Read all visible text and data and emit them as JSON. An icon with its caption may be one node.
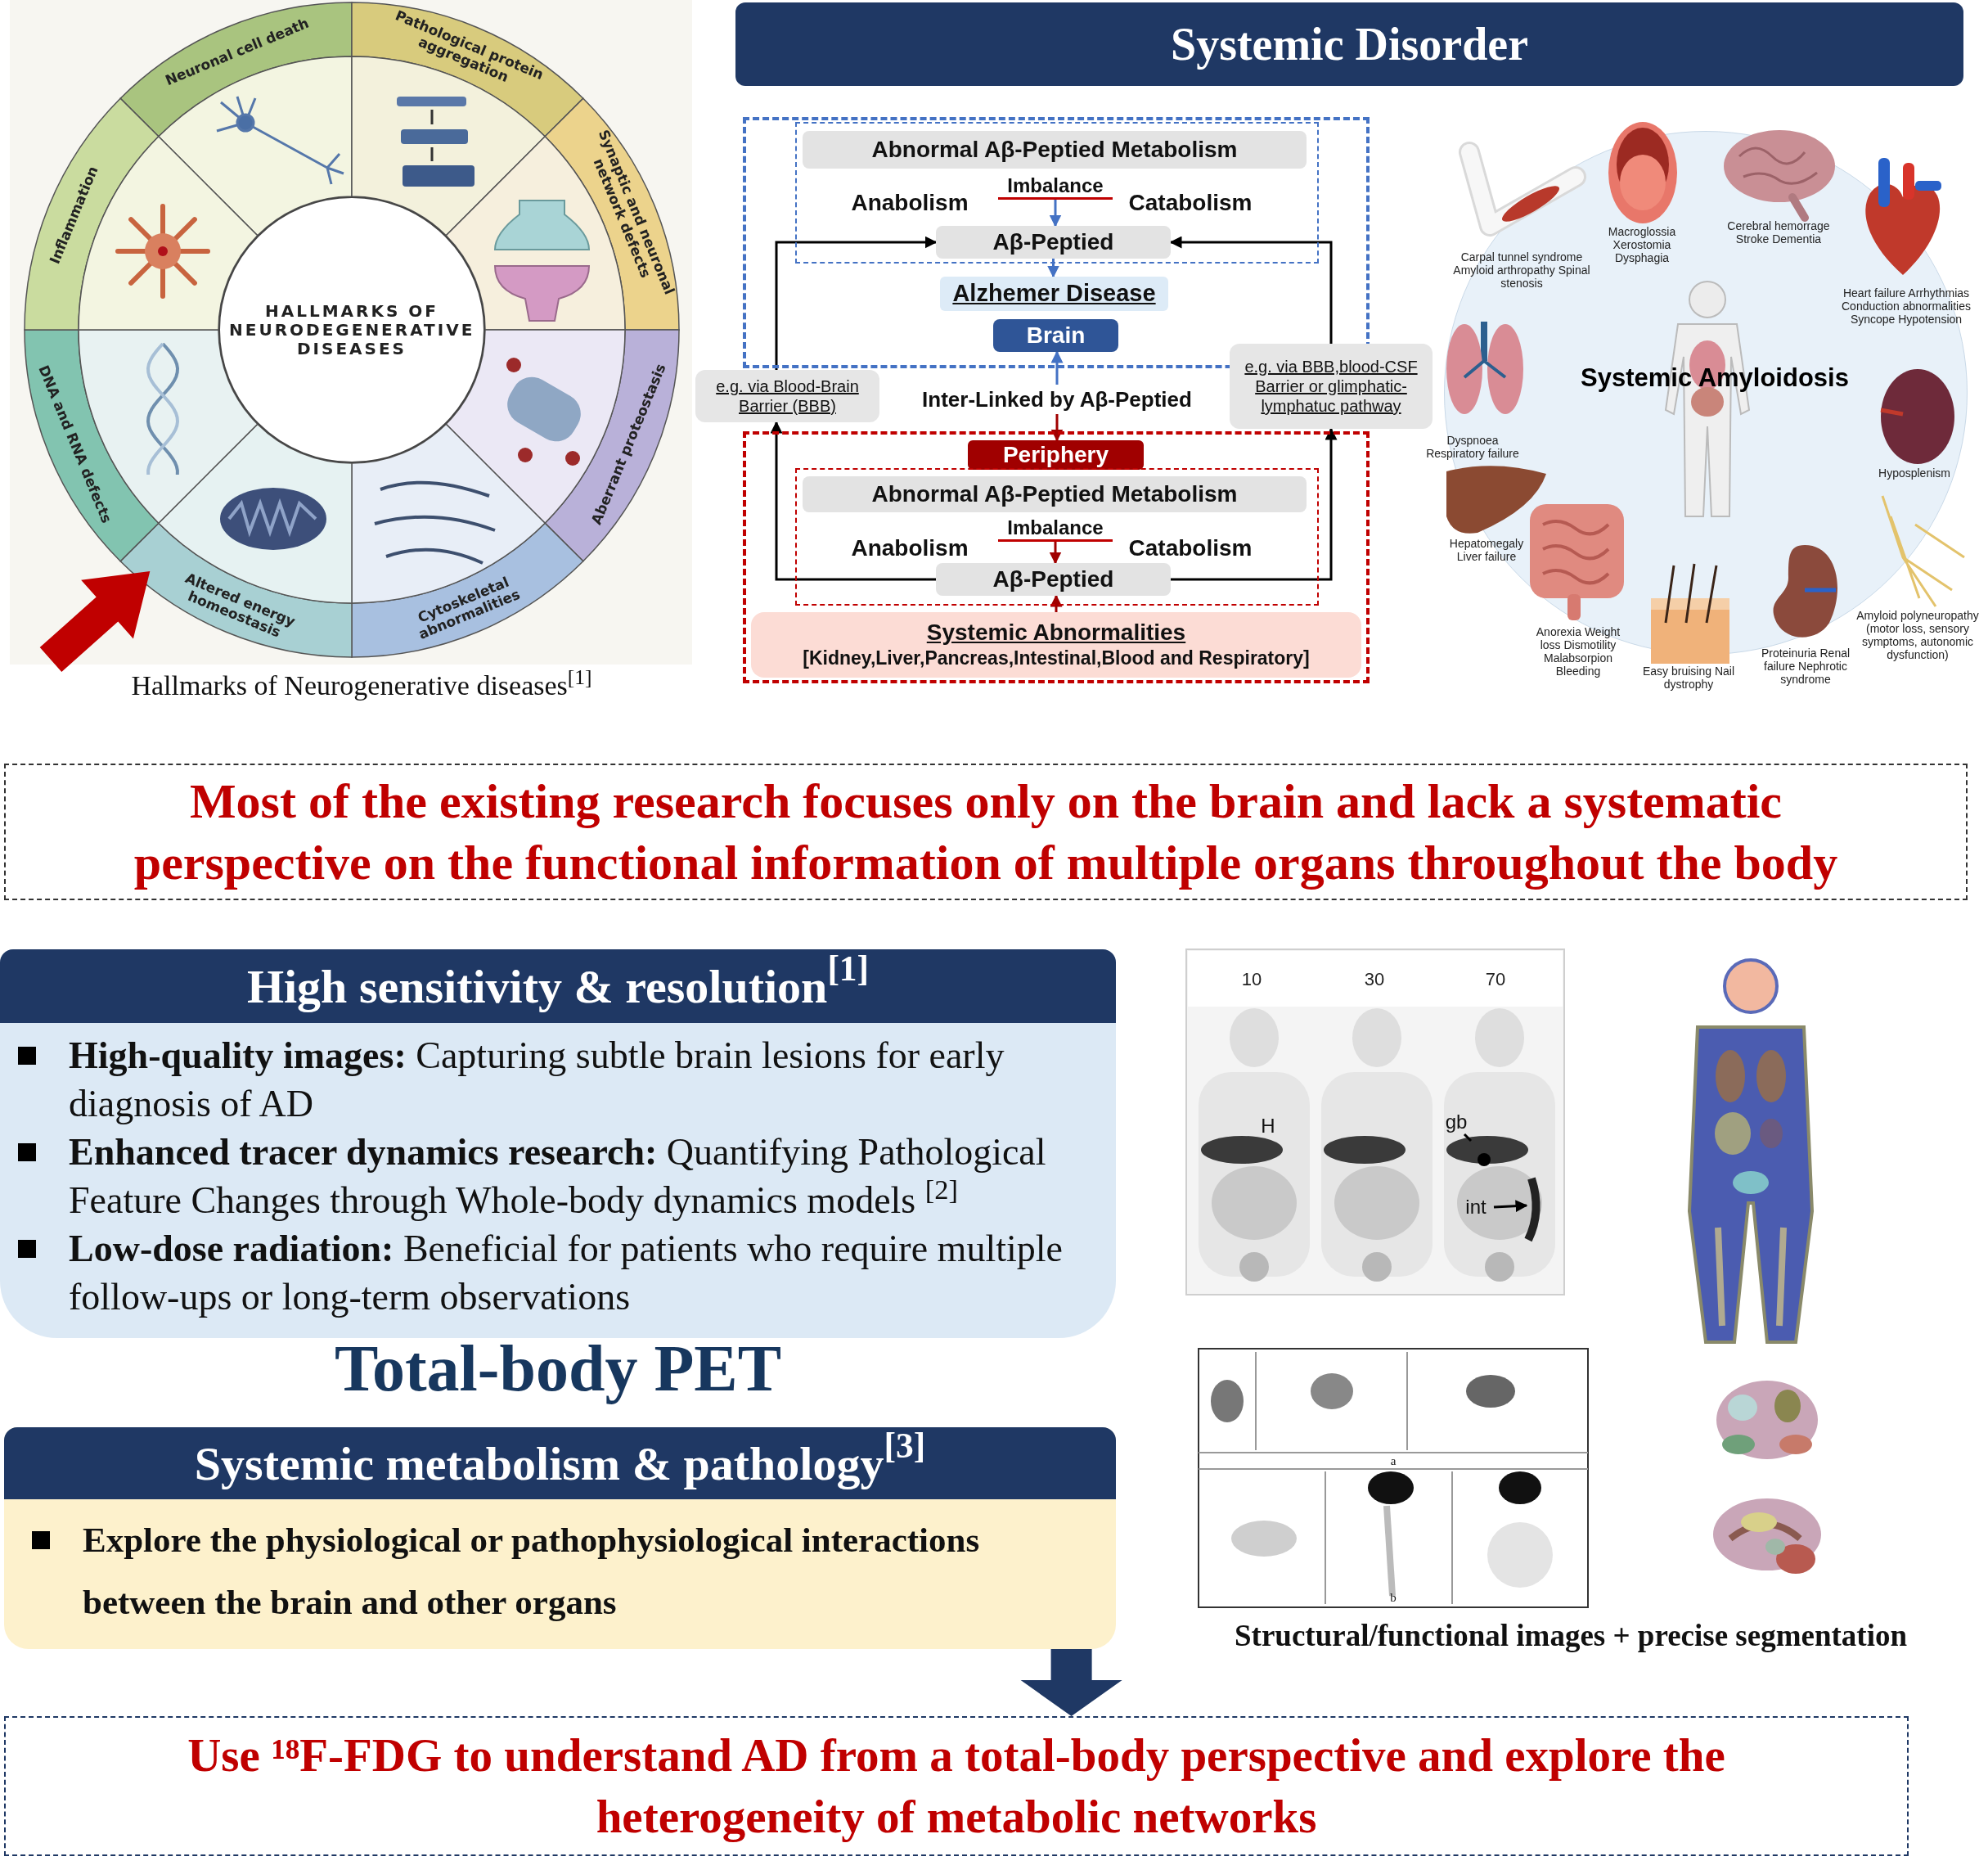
{
  "diagram": {
    "nodes": [
      {
        "text": [
          "HALLMARKS OF NEURODEGENERATIVE DISEASES"
        ]
      },
      {
        "text": [
          "Neuronal cell death"
        ]
      },
      {
        "text": [
          "Pathological protein aggregation"
        ]
      },
      {
        "text": [
          "Synaptic and neuronal network defects"
        ]
      },
      {
        "text": [
          "Aberrant proteostasis"
        ]
      },
      {
        "text": [
          "Cytoskeletal abnormalities"
        ]
      },
      {
        "text": [
          "Altered energy homeostasis"
        ]
      },
      {
        "text": [
          "DNA and RNA defects"
        ]
      },
      {
        "text": [
          "Inflammation"
        ]
      },
      {
        "text": [
          "Systemic Disorder"
        ]
      },
      {
        "text": [],
        "shape": "box"
      },
      {
        "text": [],
        "shape": "box",
        "in": 10
      },
      {
        "text": [
          "Abnormal Aβ-Peptied Metabolism"
        ],
        "in": 11
      },
      {
        "text": [
          "Imbalance"
        ],
        "in": 11
      },
      {
        "text": [
          "Aβ-Peptied"
        ],
        "in": 11
      },
      {
        "text": [
          "Alzhemer Disease"
        ],
        "in": 10
      },
      {
        "text": [
          "Brain"
        ],
        "in": 10
      },
      {
        "text": [
          "e.g. via Blood-Brain Barrier (BBB)"
        ]
      },
      {
        "text": [
          "Inter-Linked by Aβ-Peptied"
        ]
      },
      {
        "text": [
          "e.g. via BBB,blood-CSF Barrier or glimphatic-lymphatuc pathway"
        ]
      },
      {
        "text": [],
        "shape": "box"
      },
      {
        "text": [
          "Periphery"
        ],
        "in": 20
      },
      {
        "text": [],
        "shape": "box",
        "in": 20
      },
      {
        "text": [
          "Abnormal Aβ-Peptied Metabolism"
        ],
        "in": 22
      },
      {
        "text": [
          "Imbalance"
        ],
        "in": 22
      },
      {
        "text": [
          "Aβ-Peptied"
        ],
        "in": 22
      },
      {
        "text": [
          "Systemic Abnormalities",
          "[Kidney,Liver,Pancreas,Intestinal,Blood and Respiratory]"
        ],
        "in": 20
      },
      {
        "text": [
          "Systemic Amyloidosis"
        ]
      },
      {
        "text": [
          "Most of the existing research focuses only on the brain and lack a systematic perspective on the functional information of multiple organs throughout the body"
        ]
      },
      {
        "text": [
          "High sensitivity & resolution$^{[1]}$",
          "**High-quality images:** Capturing subtle brain lesions for early diagnosis of AD",
          "**Enhanced tracer dynamics research:** Quantifying Pathological Feature Changes through Whole-body dynamics models $^{[2]}$",
          "**Low-dose radiation:** Beneficial for patients who require multiple follow-ups or long-term observations"
        ]
      },
      {
        "text": [
          "Systemic metabolism & pathology$^{[3]}$",
          "Explore the physiological or pathophysiological interactions between the brain and other organs"
        ]
      },
      {
        "text": [
          "Use ¹⁸F-FDG to understand AD from a total-body perspective and explore the heterogeneity of metabolic networks"
        ]
      },
      {
        "text": [
          "gb"
        ]
      },
      {
        "text": [
          "int"
        ]
      }
    ],
    "edges": [
      {
        "from": null,
        "to": 6,
        "arrow": "to",
        "style": "thick",
        "color": "#c00000"
      },
      {
        "from": 13,
        "to": 14,
        "arrow": "to",
        "color": "#4472c4"
      },
      {
        "from": 14,
        "to": 15,
        "arrow": "to",
        "color": "#4472c4"
      },
      {
        "from": 18,
        "to": 16,
        "arrow": "to",
        "color": "#4472c4"
      },
      {
        "from": 18,
        "to": 21,
        "arrow": "to",
        "color": "#a00000"
      },
      {
        "from": 24,
        "to": 25,
        "arrow": "to",
        "color": "#a00000"
      },
      {
        "from": 26,
        "to": 25,
        "arrow": "to",
        "color": "#a00000"
      },
      {
        "from": 25,
        "to": 17,
        "arrow": "to"
      },
      {
        "from": 17,
        "to": 14,
        "arrow": "to"
      },
      {
        "from": 25,
        "to": 19,
        "arrow": "to"
      },
      {
        "from": 19,
        "to": 14,
        "arrow": "to"
      },
      {
        "from": 30,
        "to": 31,
        "arrow": "to",
        "style": "thick",
        "color": "#1f3864"
      },
      {
        "from": 32,
        "to": null,
        "arrow": "none"
      },
      {
        "from": 33,
        "to": null,
        "arrow": "to"
      }
    ],
    "labels": [
      "Hallmarks of Neurogenerative diseases$^{[1]}$",
      "Anabolism",
      "Catabolism",
      "Anabolism",
      "Catabolism",
      "Carpal tunnel syndrome Amyloid arthropathy Spinal stenosis",
      "Macroglossia Xerostomia Dysphagia",
      "Cerebral hemorrage Stroke Dementia",
      "Heart failure Arrhythmias Conduction abnormalities Syncope Hypotension",
      "Dyspnoea Respiratory failure",
      "Hyposplenism",
      "Hepatomegaly Liver failure",
      "Anorexia Weight loss Dismotility Malabsorpion Bleeding",
      "Easy bruising Nail dystrophy",
      "Proteinuria Renal failure Nephrotic syndrome",
      "Amyloid polyneuropathy (motor loss, sensory symptoms, autonomic dysfunction)",
      "Total-body PET",
      "10",
      "30",
      "70",
      "H",
      "a",
      "b",
      "Structural/functional images + precise segmentation"
    ]
  }
}
